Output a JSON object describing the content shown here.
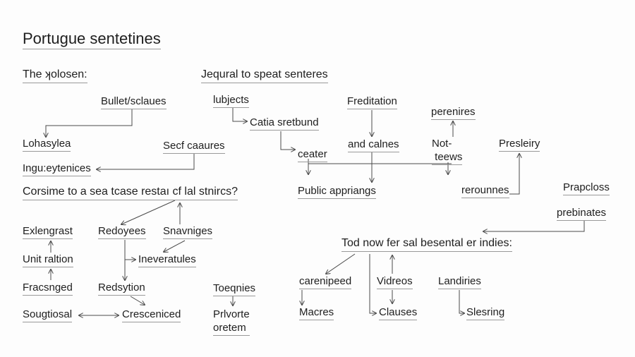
{
  "title": "Portugue sentetines",
  "labels": {
    "the_closen": "The ʞolosen:",
    "jequral": "Jequral to speat senteres",
    "bullet_sclaues": "Bullet/sclaues",
    "lubjects": "lubjects",
    "freditation": "Freditation",
    "perenires": "perenires",
    "catia_sretbund": "Catia sretbund",
    "lohasylea": "Lohasylea",
    "secf_caaures": "Secf caaures",
    "ceater": "ceater",
    "and_calnes": "and calnes",
    "not_teews": "Not-\n teews",
    "presleiry": "Presleiry",
    "ingu_eytenices": "Ingu:eytenices",
    "corsime": "Corsime to a sea tcase restaı cf lal stnircs?",
    "public_appriangs": "Public appriangs",
    "rerounnes": "rerounnes",
    "prapcloss": "Prapcloss",
    "prebinates": "prebinates",
    "exlengrast": "Exlengrast",
    "redoyees": "Redoyees",
    "snavniges": "Snavniges",
    "tod_now": "Tod now fer sal besental er indies:",
    "unit_raltion": "Unit raltion",
    "ineveratules": "Ineveratules",
    "fracsnged": "Fracsnged",
    "redsytion": "Redsytion",
    "toeqnies": "Toeqnies",
    "carenipeed": "carenipeed",
    "vidreos": "Vidreos",
    "landiries": "Landiries",
    "sougtiosal": "Sougtiosal",
    "cresceniced": "Cresceniced",
    "prlvorte_oretem": "Prlvorte\noretem",
    "macres": "Macres",
    "clauses": "Clauses",
    "slesring": "Slesring"
  }
}
